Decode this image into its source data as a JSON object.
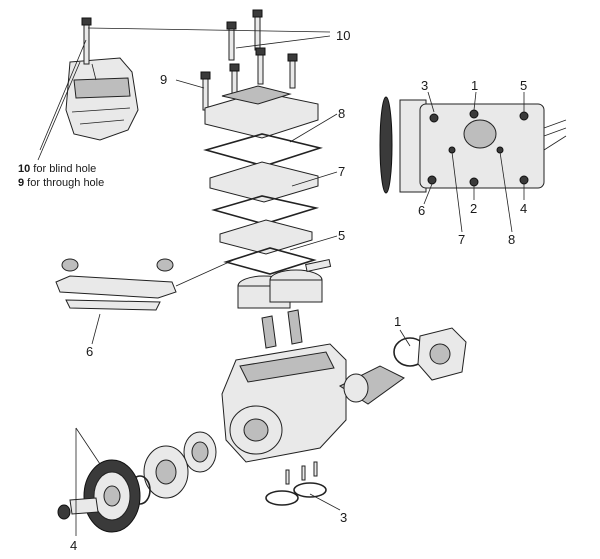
{
  "callouts": {
    "c10": "10",
    "c9": "9",
    "c8": "8",
    "c7": "7",
    "c5": "5",
    "c6": "6",
    "c1": "1",
    "c4": "4",
    "c3": "3",
    "inset_c3": "3",
    "inset_c1": "1",
    "inset_c5": "5",
    "inset_c6": "6",
    "inset_c2": "2",
    "inset_c4": "4",
    "inset_c7": "7",
    "inset_c8": "8"
  },
  "notes": {
    "blind_num": "10",
    "blind_text": " for blind hole",
    "through_num": "9",
    "through_text": " for through hole"
  }
}
